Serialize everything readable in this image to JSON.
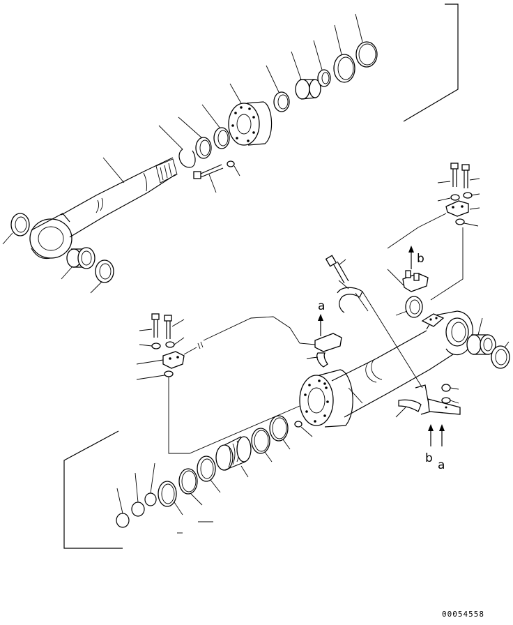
{
  "diagram": {
    "callout_a_upper": "a",
    "callout_b_upper": "b",
    "callout_b_lower": "b",
    "callout_a_lower": "a",
    "drawing_number": "00054558"
  }
}
